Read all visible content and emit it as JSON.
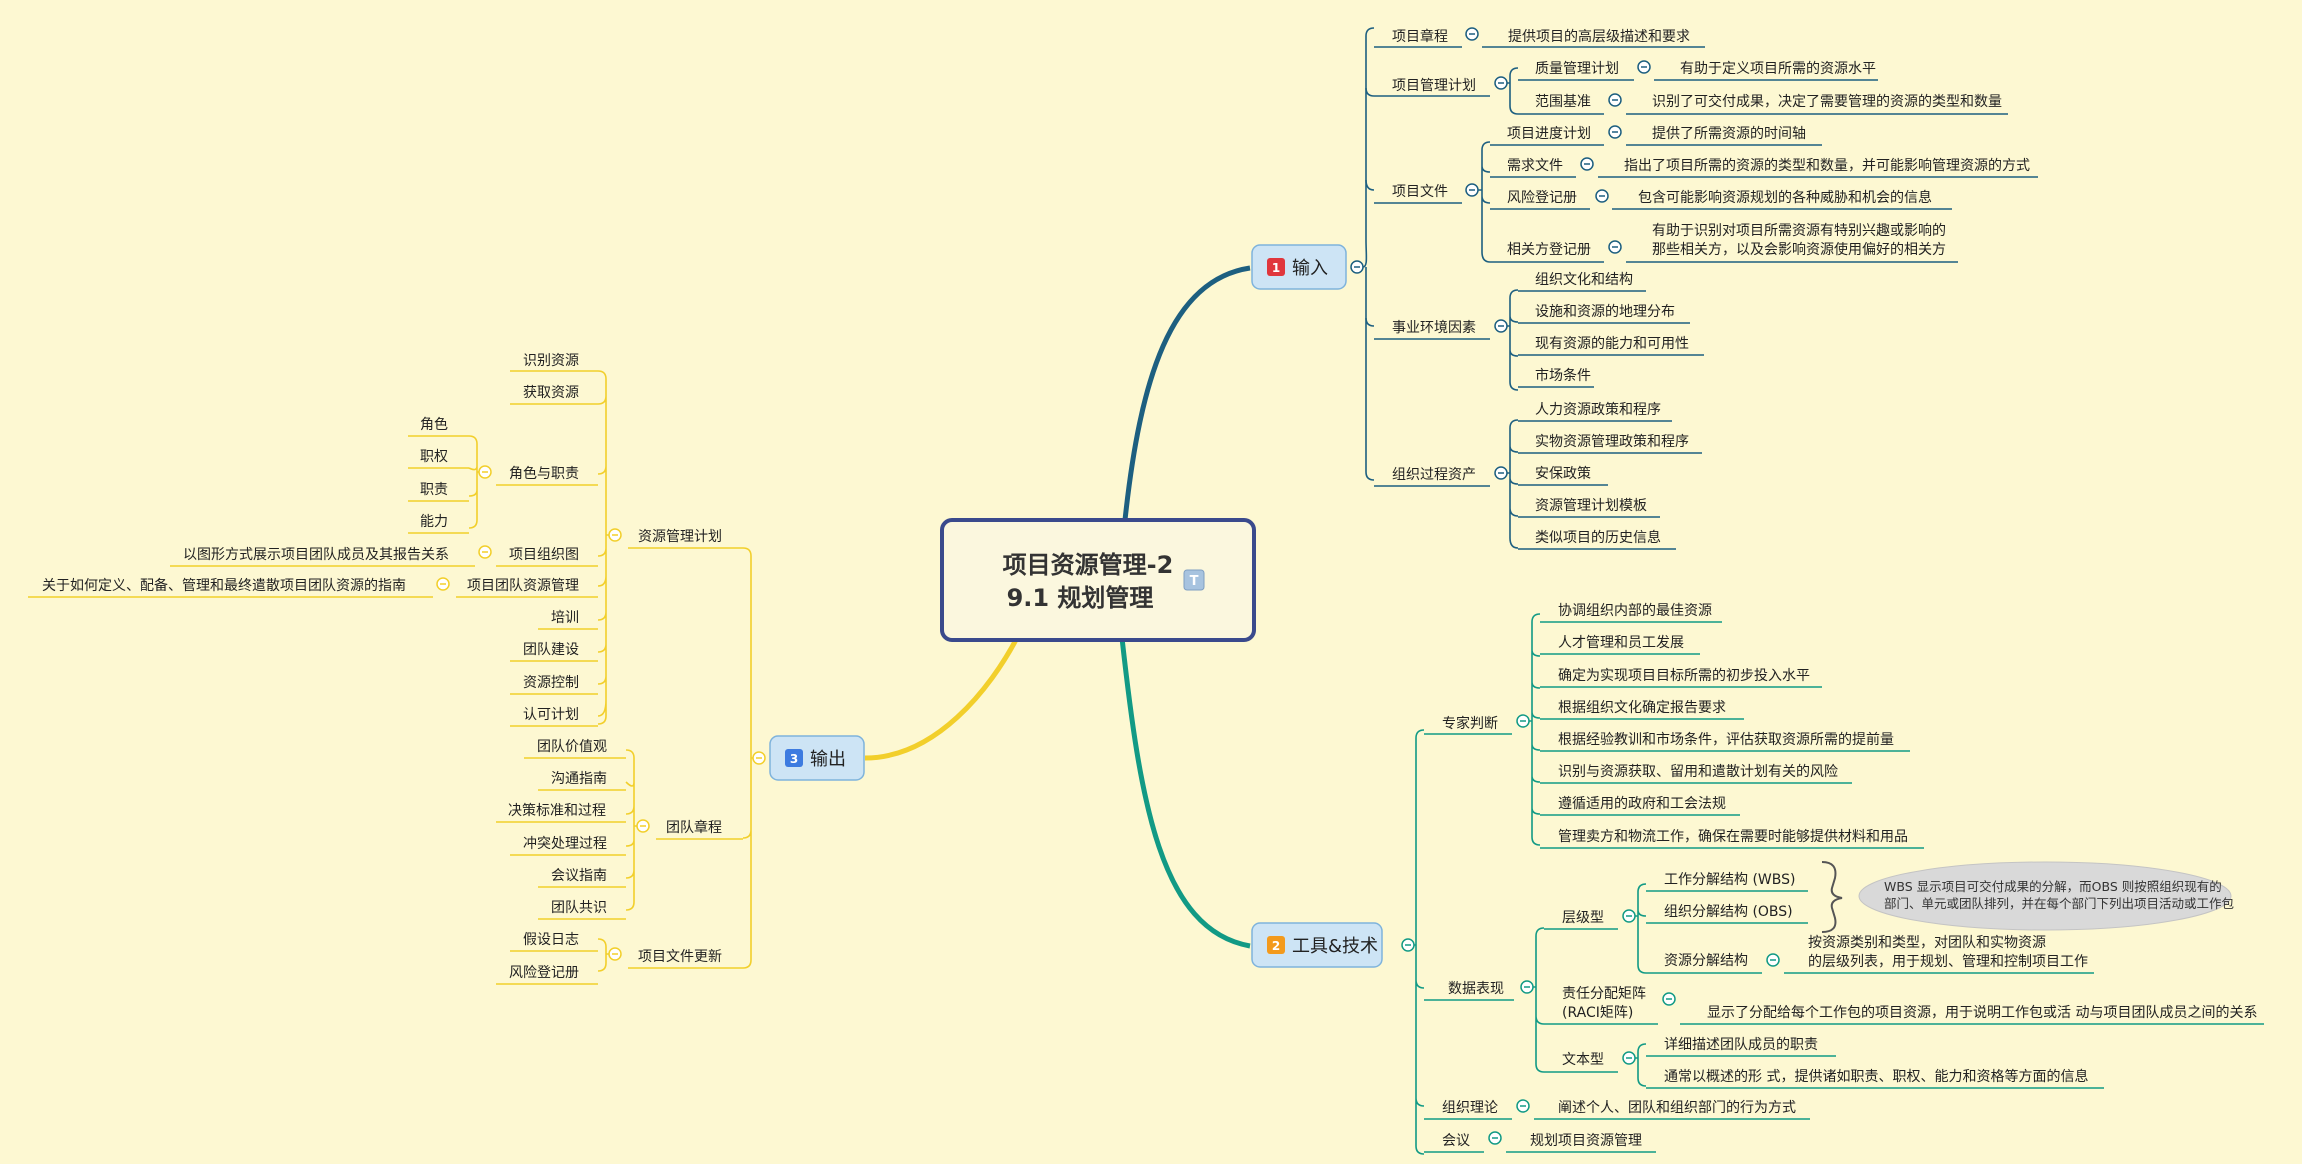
{
  "colors": {
    "background": "#fdf8d2",
    "input": "#1d5f80",
    "tools": "#129a85",
    "output": "#f2cf2b",
    "badge_input": "#e0363c",
    "badge_tools": "#f39a1c",
    "badge_output": "#3d7be0"
  },
  "central": {
    "line1": "项目资源管理-2",
    "line2": "9.1 规划管理",
    "marker_icon": "T",
    "marker_icon_name": "text-marker-icon"
  },
  "input": {
    "badge": "1",
    "label": "输入",
    "nodes": {
      "charter": {
        "label": "项目章程",
        "note": "提供项目的高层级描述和要求"
      },
      "pm_plan": {
        "label": "项目管理计划",
        "quality": {
          "label": "质量管理计划",
          "note": "有助于定义项目所需的资源水平"
        },
        "scope": {
          "label": "范围基准",
          "note": "识别了可交付成果，决定了需要管理的资源的类型和数量"
        }
      },
      "docs": {
        "label": "项目文件",
        "schedule": {
          "label": "项目进度计划",
          "note": "提供了所需资源的时间轴"
        },
        "req": {
          "label": "需求文件",
          "note": "指出了项目所需的资源的类型和数量，并可能影响管理资源的方式"
        },
        "risk": {
          "label": "风险登记册",
          "note": "包含可能影响资源规划的各种威胁和机会的信息"
        },
        "stake": {
          "label": "相关方登记册",
          "note1": "有助于识别对项目所需资源有特别兴趣或影响的",
          "note2": "那些相关方，以及会影响资源使用偏好的相关方"
        }
      },
      "eef": {
        "label": "事业环境因素",
        "items": [
          "组织文化和结构",
          "设施和资源的地理分布",
          "现有资源的能力和可用性",
          "市场条件"
        ]
      },
      "opa": {
        "label": "组织过程资产",
        "items": [
          "人力资源政策和程序",
          "实物资源管理政策和程序",
          "安保政策",
          "资源管理计划模板",
          "类似项目的历史信息"
        ]
      }
    }
  },
  "tools": {
    "badge": "2",
    "label": "工具&技术",
    "expert": {
      "label": "专家判断",
      "items": [
        "协调组织内部的最佳资源",
        "人才管理和员工发展",
        "确定为实现项目目标所需的初步投入水平",
        "根据组织文化确定报告要求",
        "根据经验教训和市场条件，评估获取资源所需的提前量",
        "识别与资源获取、留用和遣散计划有关的风险",
        "遵循适用的政府和工会法规",
        "管理卖方和物流工作，确保在需要时能够提供材料和用品"
      ]
    },
    "data": {
      "label": "数据表现",
      "hier": {
        "label": "层级型",
        "wbs": "工作分解结构 (WBS)",
        "obs": "组织分解结构 (OBS)",
        "callout1": "WBS 显示项目可交付成果的分解，而OBS 则按照组织现有的",
        "callout2": "部门、单元或团队排列，并在每个部门下列出项目活动或工作包",
        "rbs": {
          "label": "资源分解结构",
          "note1": "按资源类别和类型，对团队和实物资源",
          "note2": "的层级列表，用于规划、管理和控制项目工作"
        }
      },
      "raci": {
        "label1": "责任分配矩阵",
        "label2": "(RACI矩阵)",
        "note": "显示了分配给每个工作包的项目资源，用于说明工作包或活 动与项目团队成员之间的关系"
      },
      "text": {
        "label": "文本型",
        "item1": "详细描述团队成员的职责",
        "item2": "通常以概述的形 式，提供诸如职责、职权、能力和资格等方面的信息"
      }
    },
    "orgtheory": {
      "label": "组织理论",
      "note": "阐述个人、团队和组织部门的行为方式"
    },
    "meeting": {
      "label": "会议",
      "note": "规划项目资源管理"
    }
  },
  "output": {
    "badge": "3",
    "label": "输出",
    "rmp": {
      "label": "资源管理计划",
      "identify": "识别资源",
      "acquire": "获取资源",
      "roles": {
        "label": "角色与职责",
        "items": [
          "角色",
          "职权",
          "职责",
          "能力"
        ]
      },
      "orgchart": {
        "label": "项目组织图",
        "note": "以图形方式展示项目团队成员及其报告关系"
      },
      "teammgmt": {
        "label": "项目团队资源管理",
        "note": "关于如何定义、配备、管理和最终遣散项目团队资源的指南"
      },
      "training": "培训",
      "building": "团队建设",
      "control": "资源控制",
      "recognition": "认可计划"
    },
    "charter": {
      "label": "团队章程",
      "items": [
        "团队价值观",
        "沟通指南",
        "决策标准和过程",
        "冲突处理过程",
        "会议指南",
        "团队共识"
      ]
    },
    "updates": {
      "label": "项目文件更新",
      "items": [
        "假设日志",
        "风险登记册"
      ]
    }
  }
}
